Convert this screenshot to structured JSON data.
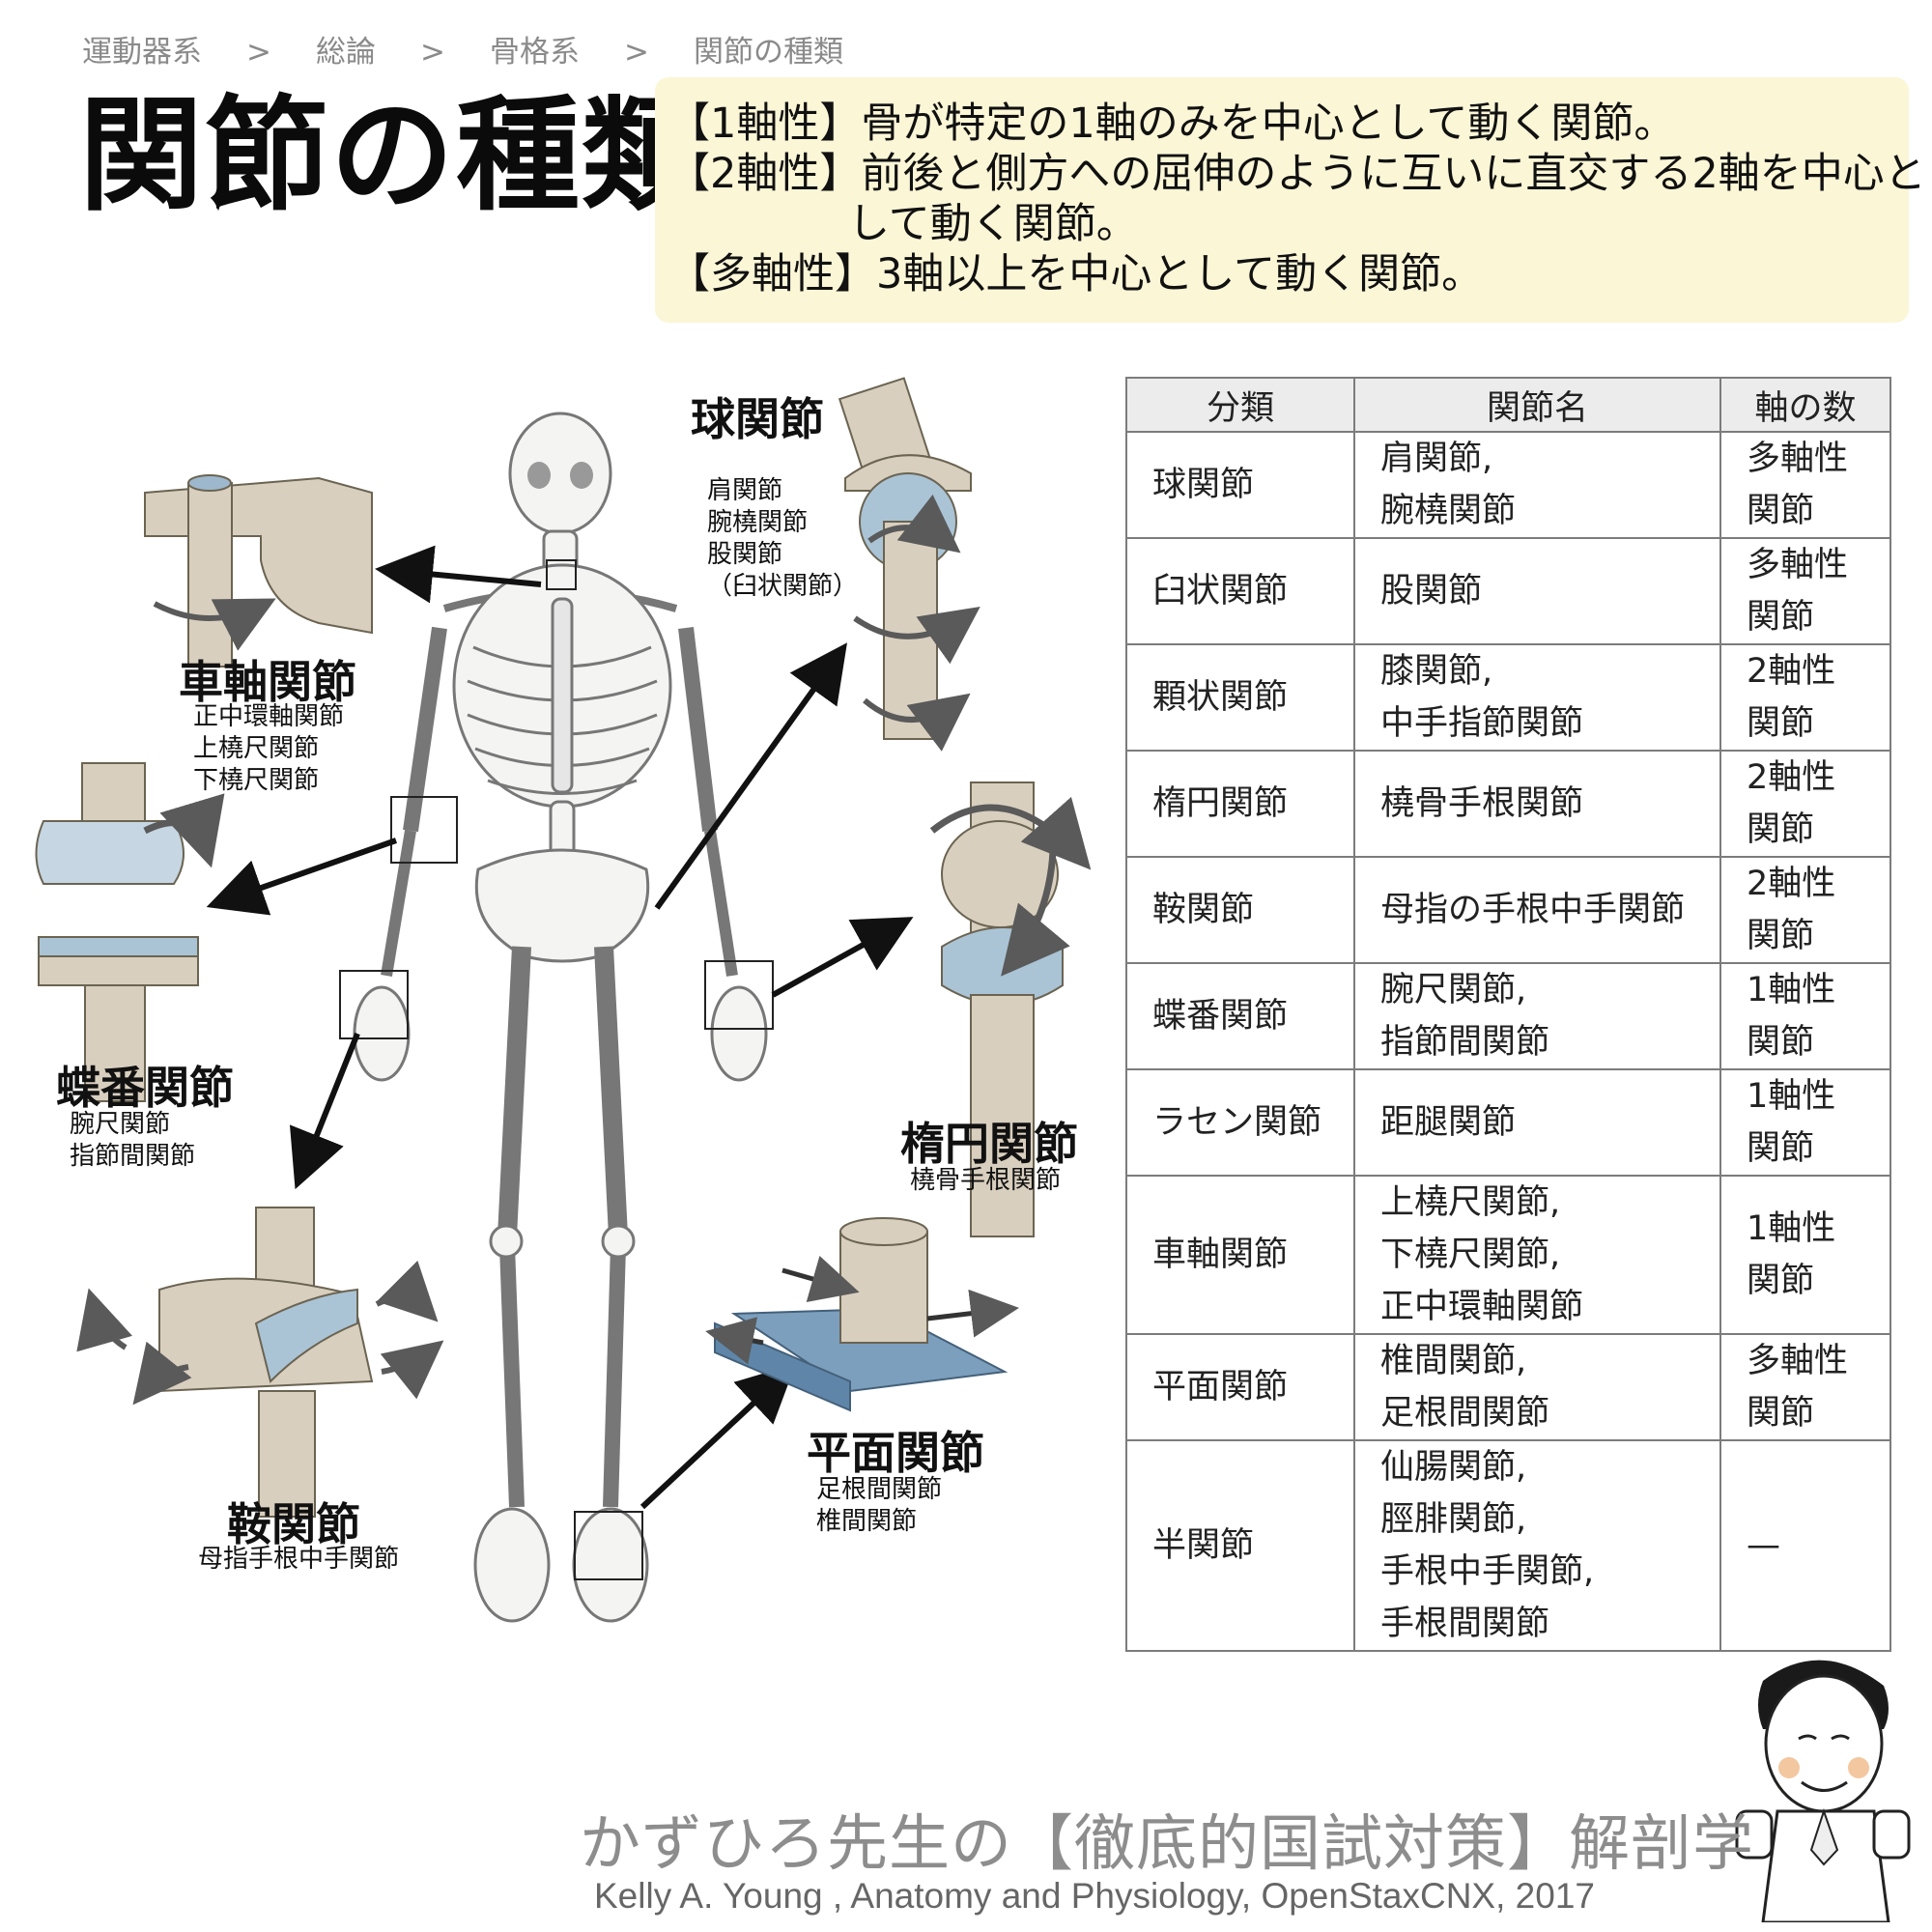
{
  "breadcrumb": [
    "運動器系",
    "総論",
    "骨格系",
    "関節の種類"
  ],
  "breadcrumb_separator": ">",
  "title": "関節の種類",
  "definitions": [
    {
      "tag": "【1軸性】",
      "text": "骨が特定の1軸のみを中心として動く関節。"
    },
    {
      "tag": "【2軸性】",
      "text": "前後と側方への屈伸のように互いに直交する2軸を中心と",
      "text2": "して動く関節。"
    },
    {
      "tag": "【多軸性】",
      "text": "3軸以上を中心として動く関節。"
    }
  ],
  "table": {
    "headers": [
      "分類",
      "関節名",
      "軸の数"
    ],
    "rows": [
      {
        "type": "球関節",
        "names": [
          "肩関節,",
          "腕橈関節"
        ],
        "axis": [
          "多軸性",
          "関節"
        ]
      },
      {
        "type": "臼状関節",
        "names": [
          "股関節"
        ],
        "axis": [
          "多軸性",
          "関節"
        ]
      },
      {
        "type": "顆状関節",
        "names": [
          "膝関節,",
          "中手指節関節"
        ],
        "axis": [
          "2軸性",
          "関節"
        ]
      },
      {
        "type": "楕円関節",
        "names": [
          "橈骨手根関節"
        ],
        "axis": [
          "2軸性",
          "関節"
        ]
      },
      {
        "type": "鞍関節",
        "names": [
          "母指の手根中手関節"
        ],
        "axis": [
          "2軸性",
          "関節"
        ]
      },
      {
        "type": "蝶番関節",
        "names": [
          "腕尺関節,",
          "指節間関節"
        ],
        "axis": [
          "1軸性",
          "関節"
        ]
      },
      {
        "type": "ラセン関節",
        "names": [
          "距腿関節"
        ],
        "axis": [
          "1軸性",
          "関節"
        ]
      },
      {
        "type": "車軸関節",
        "names": [
          "上橈尺関節,",
          "下橈尺関節,",
          "正中環軸関節"
        ],
        "axis": [
          "1軸性",
          "関節"
        ]
      },
      {
        "type": "平面関節",
        "names": [
          "椎間関節,",
          "足根間関節"
        ],
        "axis": [
          "多軸性",
          "関節"
        ]
      },
      {
        "type": "半関節",
        "names": [
          "仙腸関節,",
          "脛腓関節,",
          "手根中手関節,",
          "手根間関節"
        ],
        "axis": [
          "—"
        ]
      }
    ]
  },
  "figure": {
    "ball": {
      "label": "球関節",
      "examples": [
        "肩関節",
        "腕橈関節",
        "股関節",
        "（臼状関節）"
      ]
    },
    "pivot": {
      "label": "車軸関節",
      "examples": [
        "正中環軸関節",
        "上橈尺関節",
        "下橈尺関節"
      ]
    },
    "hinge": {
      "label": "蝶番関節",
      "examples": [
        "腕尺関節",
        "指節間関節"
      ]
    },
    "ellipsoid": {
      "label": "楕円関節",
      "examples": [
        "橈骨手根関節"
      ]
    },
    "saddle": {
      "label": "鞍関節",
      "examples": [
        "母指手根中手関節"
      ]
    },
    "plane": {
      "label": "平面関節",
      "examples": [
        "足根間関節",
        "椎間関節"
      ]
    }
  },
  "footer": {
    "title": "かずひろ先生の【徹底的国試対策】解剖学",
    "credit": "Kelly A. Young , Anatomy and Physiology, OpenStaxCNX, 2017"
  },
  "colors": {
    "definition_bg": "#fbf6d6",
    "bone": "#d9cfbf",
    "cartilage": "#aac4d6",
    "arrow": "#6a6a6a",
    "table_header_bg": "#ececec"
  }
}
